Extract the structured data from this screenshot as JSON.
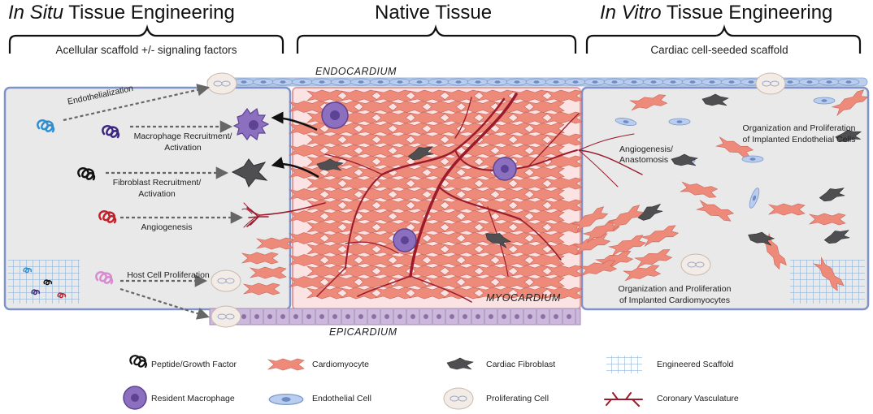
{
  "headers": {
    "in_situ_em": "In Situ",
    "in_situ_rest": " Tissue Engineering",
    "native": "Native Tissue",
    "in_vitro_em": "In Vitro",
    "in_vitro_rest": " Tissue Engineering"
  },
  "subtitles": {
    "in_situ": "Acellular scaffold +/- signaling factors",
    "in_vitro": "Cardiac cell-seeded scaffold"
  },
  "layers": {
    "endocardium": "ENDOCARDIUM",
    "myocardium": "MYOCARDIUM",
    "epicardium": "EPICARDIUM"
  },
  "in_situ_labels": {
    "endothelialization": "Endothelialization",
    "macrophage_1": "Macrophage Recruitment/",
    "macrophage_2": "Activation",
    "fibroblast_1": "Fibroblast Recruitment/",
    "fibroblast_2": "Activation",
    "angiogenesis": "Angiogenesis",
    "host_prolif": "Host Cell Proliferation"
  },
  "in_vitro_labels": {
    "angio_1": "Angiogenesis/",
    "angio_2": "Anastomosis",
    "endo_org_1": "Organization and Proliferation",
    "endo_org_2": "of Implanted Endothelial Cells",
    "cm_org_1": "Organization and Proliferation",
    "cm_org_2": "of Implanted Cardiomyocytes"
  },
  "legend": [
    {
      "label": "Peptide/Growth Factor",
      "icon": "peptide-icon"
    },
    {
      "label": "Cardiomyocyte",
      "icon": "cardiomyocyte-icon"
    },
    {
      "label": "Cardiac Fibroblast",
      "icon": "fibroblast-icon"
    },
    {
      "label": "Engineered Scaffold",
      "icon": "scaffold-icon"
    },
    {
      "label": "Resident Macrophage",
      "icon": "macrophage-icon"
    },
    {
      "label": "Endothelial Cell",
      "icon": "endothelial-cell-icon"
    },
    {
      "label": "Proliferating Cell",
      "icon": "proliferating-cell-icon"
    },
    {
      "label": "Coronary Vasculature",
      "icon": "vasculature-icon"
    }
  ],
  "colors": {
    "panel_border": "#7f93c9",
    "panel_fill": "#e9e9ea",
    "native_fill": "#fbe3e3",
    "native_border": "#e59b9b",
    "cardiomyocyte": "#ee8a7a",
    "vessel": "#9b1b2c",
    "fibroblast": "#4f4f52",
    "macrophage": "#8d6fbf",
    "endothelial": "#a9c2e8",
    "epicardium": "#cbb8da",
    "scaffold": "#8fb4d6"
  }
}
